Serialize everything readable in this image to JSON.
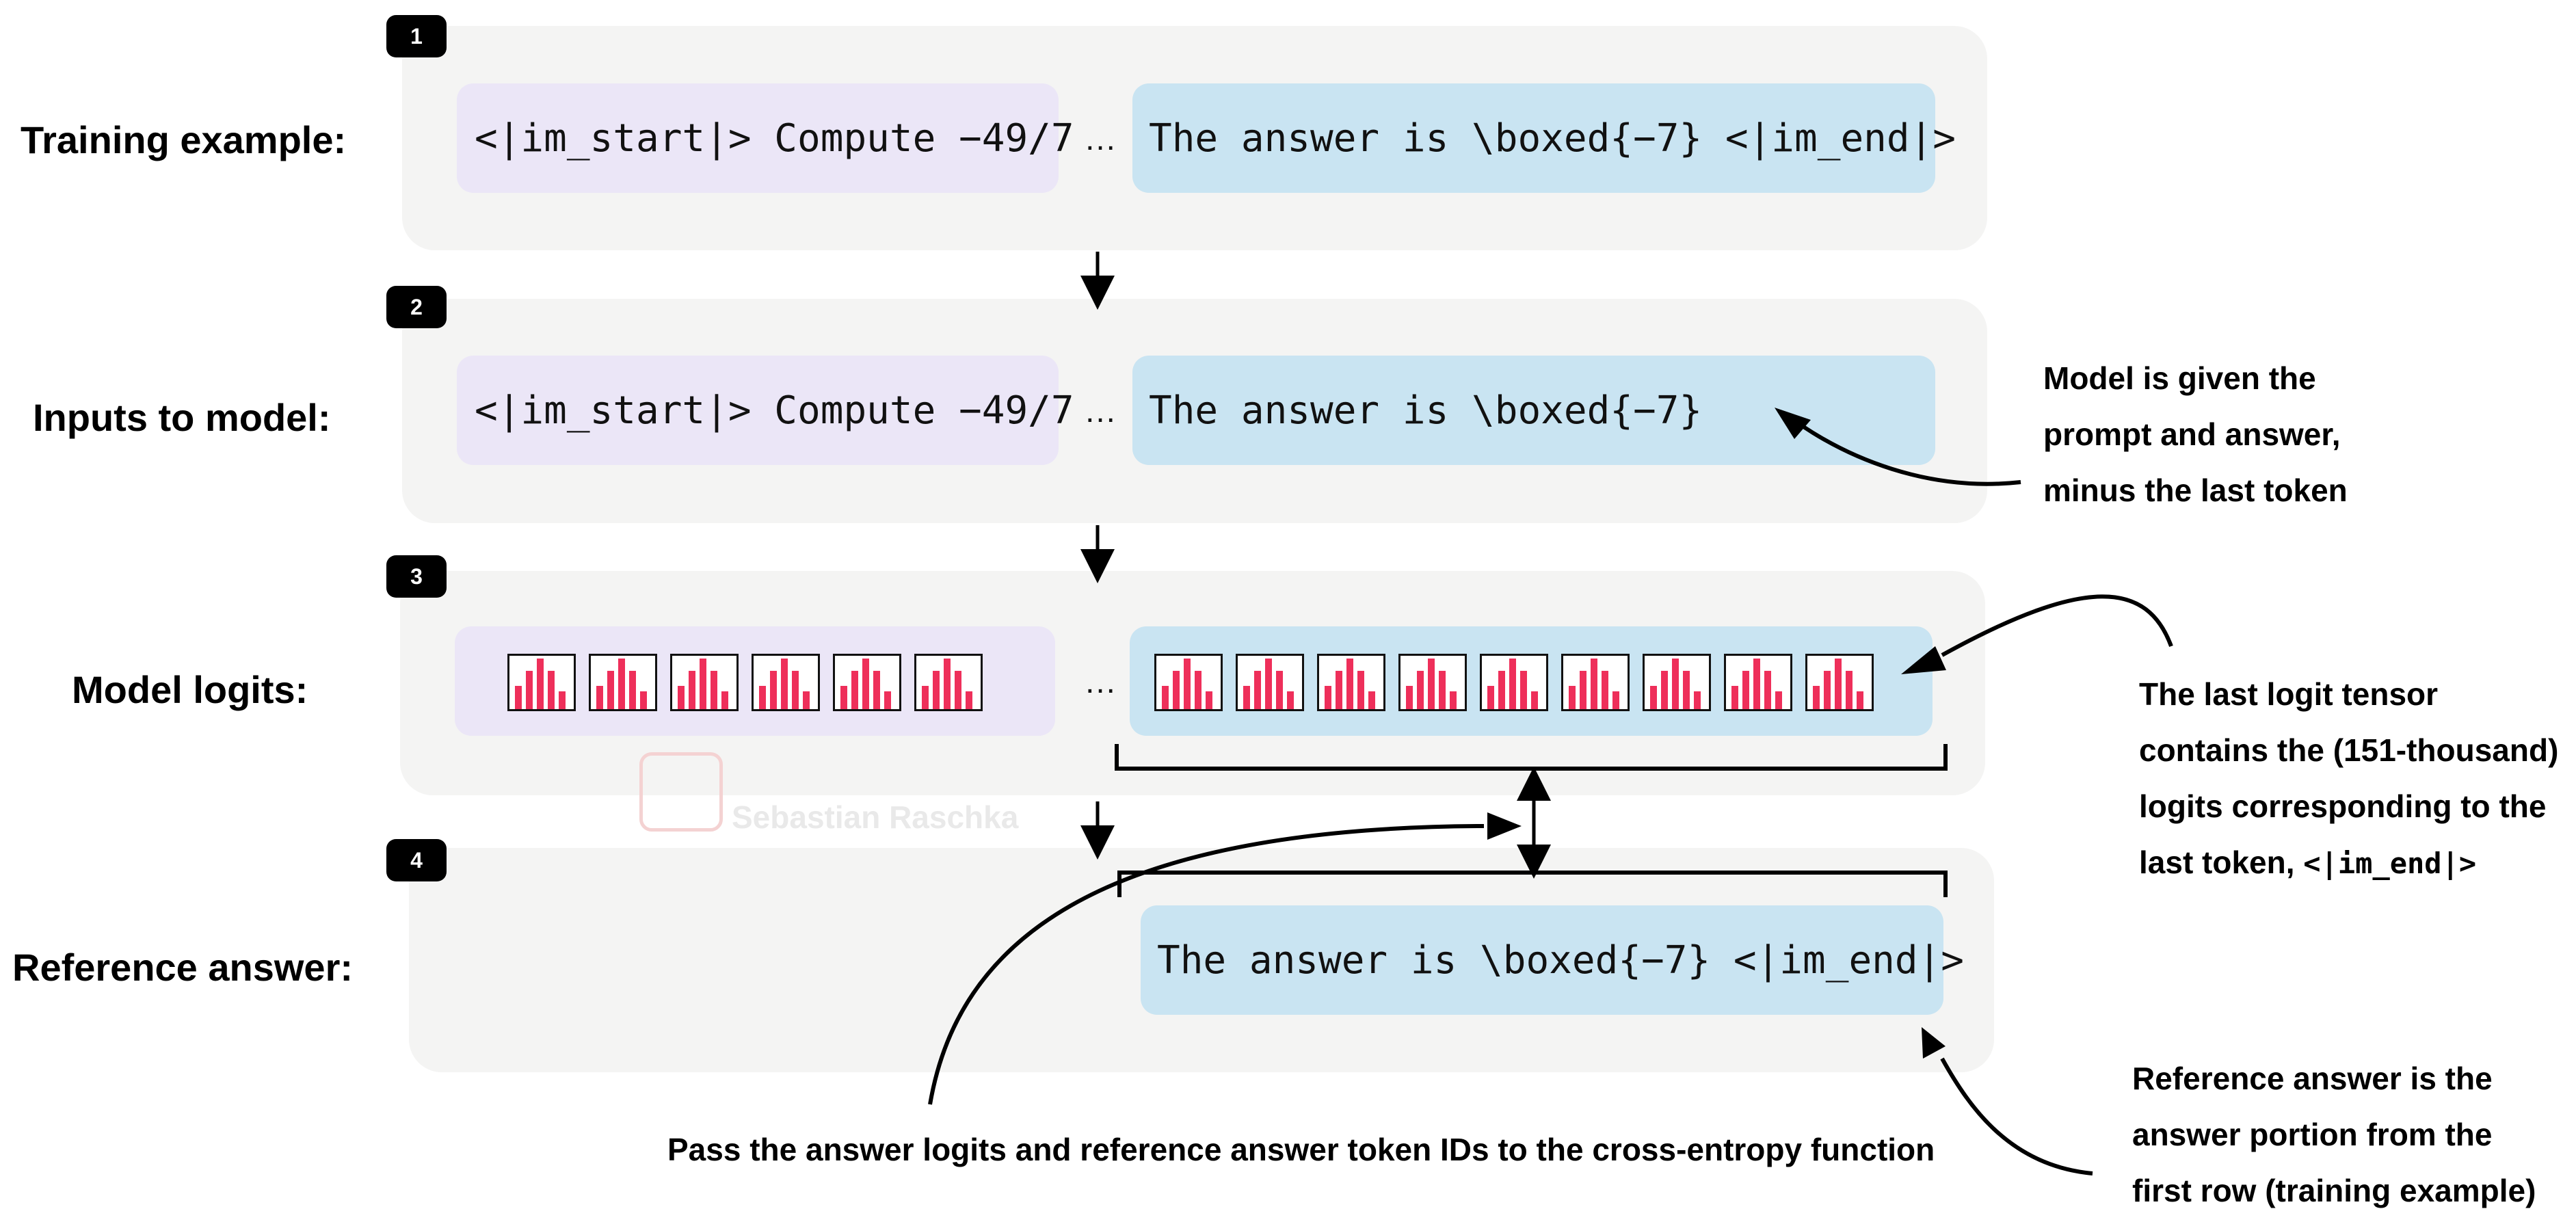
{
  "rows": [
    {
      "badge": "1",
      "label": "Training example:"
    },
    {
      "badge": "2",
      "label": "Inputs to model:"
    },
    {
      "badge": "3",
      "label": "Model logits:"
    },
    {
      "badge": "4",
      "label": "Reference answer:"
    }
  ],
  "row1": {
    "prompt": "<|im_start|> Compute −49/7",
    "ellipsis": "…",
    "answer": "The answer is \\boxed{−7} <|im_end|>"
  },
  "row2": {
    "prompt": "<|im_start|> Compute −49/7",
    "ellipsis": "…",
    "answer": "The answer is \\boxed{−7}"
  },
  "row3": {
    "ellipsis": "…",
    "prompt_logit_count": 6,
    "answer_logit_count": 9
  },
  "row4": {
    "answer": "The answer is \\boxed{−7} <|im_end|>"
  },
  "annotations": {
    "model_given": [
      "Model is given the",
      "prompt and answer,",
      "minus the last token"
    ],
    "last_logit": [
      "The last logit tensor",
      "contains the (151-thousand)",
      "logits corresponding to the"
    ],
    "last_logit_tail": "last token, ",
    "last_logit_token": "<|im_end|>",
    "cross_entropy": "Pass the answer logits and reference answer token IDs to the cross-entropy function",
    "reference": [
      "Reference answer is the",
      "answer portion from the",
      "first row (training example)"
    ]
  },
  "watermark": "Sebastian Raschka",
  "colors": {
    "prompt_box": "#ebe6f7",
    "answer_box": "#c9e4f2",
    "panel": "#f4f4f3",
    "logit_bar": "#ee2f5a"
  }
}
